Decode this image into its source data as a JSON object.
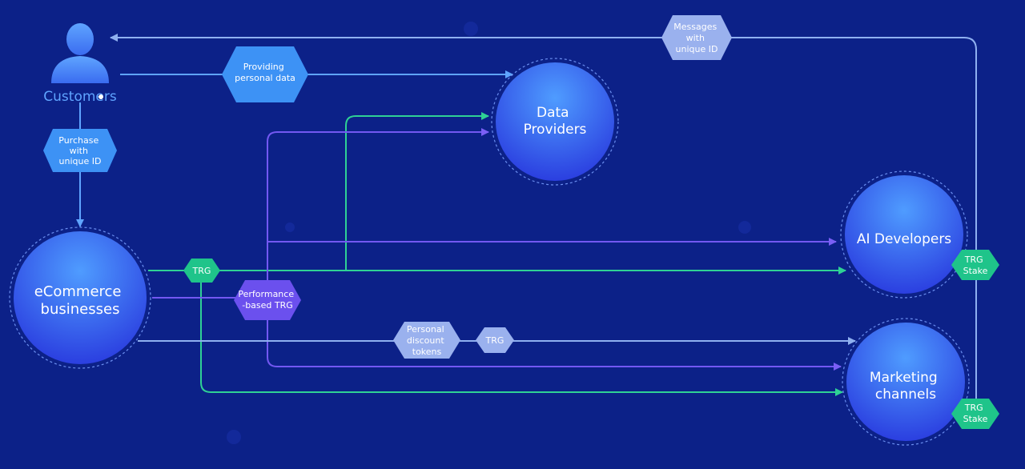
{
  "diagram": {
    "customers": {
      "label": "Customers"
    },
    "nodes": {
      "data_providers": [
        "Data",
        "Providers"
      ],
      "ecommerce": [
        "eCommerce",
        "businesses"
      ],
      "ai_developers": [
        "AI Developers"
      ],
      "marketing": [
        "Marketing",
        "channels"
      ]
    },
    "labels": {
      "messages": [
        "Messages",
        "with",
        "unique ID"
      ],
      "providing": [
        "Providing",
        "personal data"
      ],
      "purchase": [
        "Purchase",
        "with",
        "unique ID"
      ],
      "trg_green": [
        "TRG"
      ],
      "performance": [
        "Performance",
        "-based TRG"
      ],
      "discount": [
        "Personal",
        "discount",
        "tokens"
      ],
      "trg_light": [
        "TRG"
      ],
      "trg_stake_ai": [
        "TRG",
        "Stake"
      ],
      "trg_stake_mkt": [
        "TRG",
        "Stake"
      ]
    },
    "colors": {
      "background": "#0c2188",
      "light_line": "#8fb0f0",
      "green_line": "#2fd195",
      "purple_line": "#7358f2",
      "node_top": "#4a92ff",
      "node_bottom": "#2f46e6",
      "green_hex": "#1fc48a",
      "purple_hex": "#6b50ee",
      "light_hex": "#9ab1ee",
      "blue_hex": "#3d92f5"
    }
  }
}
